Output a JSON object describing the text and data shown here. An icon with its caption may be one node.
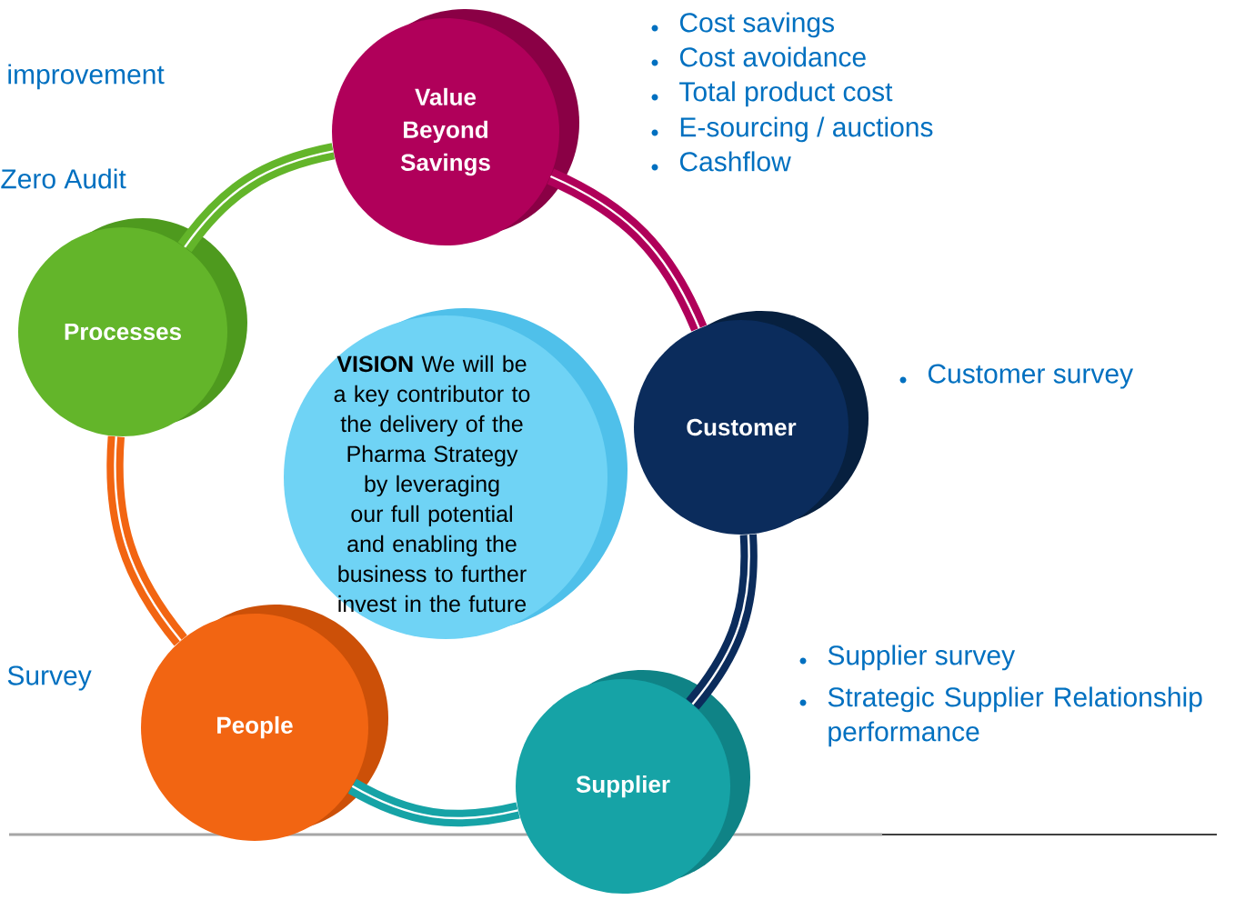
{
  "diagram": {
    "nodes": [
      {
        "text": [
          "Value Beyond Savings"
        ]
      },
      {
        "text": [
          "Customer"
        ]
      },
      {
        "text": [
          "Supplier"
        ]
      },
      {
        "text": [
          "People"
        ]
      },
      {
        "text": [
          "Processes"
        ]
      },
      {
        "text": [
          "VISION",
          "We will be a key contributor to the delivery of the Pharma Strategy by leveraging our full potential and enabling the business to further invest in the future"
        ]
      }
    ],
    "edges": [
      {
        "from": 0,
        "to": 1,
        "arrow": "none",
        "color": "#b0005a"
      },
      {
        "from": 1,
        "to": 2,
        "arrow": "none",
        "color": "#0b2c5c"
      },
      {
        "from": 2,
        "to": 3,
        "arrow": "none",
        "color": "#16a3a6"
      },
      {
        "from": 3,
        "to": 4,
        "arrow": "none",
        "color": "#f26512"
      },
      {
        "from": 4,
        "to": 0,
        "arrow": "none",
        "color": "#63b52a"
      }
    ],
    "labels": [
      "Cost savings",
      "Cost avoidance",
      "Total product cost",
      "E-sourcing / auctions",
      "Cashflow",
      "improvement",
      "Zero Audit",
      "Customer survey",
      "Supplier survey",
      "Strategic Supplier Relationship performance",
      "Survey"
    ]
  }
}
